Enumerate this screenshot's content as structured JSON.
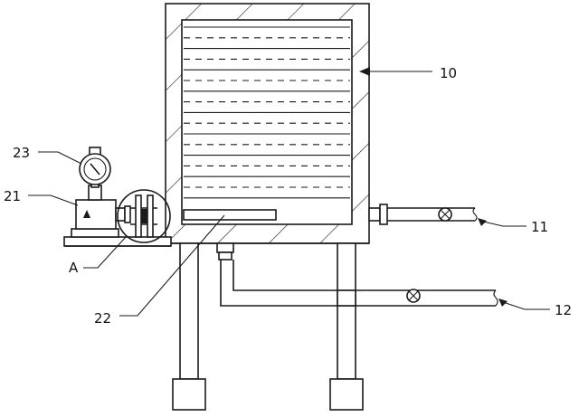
{
  "labels": {
    "tank": "10",
    "outlet_pipe_upper": "11",
    "outlet_pipe_lower": "12",
    "pump": "21",
    "inlet_plate": "22",
    "pressure_gauge": "23",
    "detail_a": "A"
  },
  "colors": {
    "line": "#1a1a1a",
    "background": "#ffffff"
  },
  "icons": {
    "valve_upper": "valve-icon",
    "valve_lower": "valve-icon",
    "gauge": "pressure-gauge-icon"
  }
}
